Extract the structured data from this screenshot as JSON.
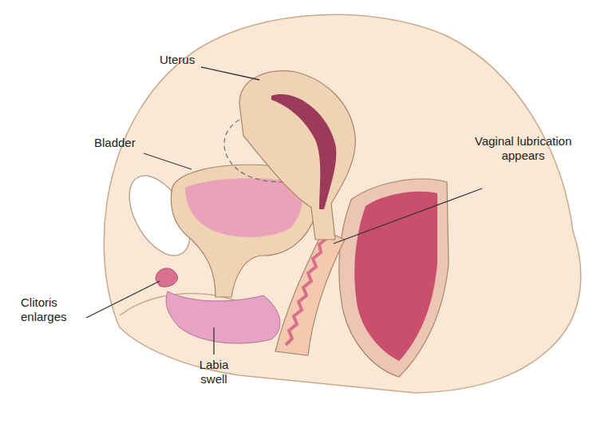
{
  "diagram": {
    "labels": [
      "Uterus",
      "Bladder",
      "Vaginal lubrication appears",
      "Clitoris enlarges",
      "Labia swell"
    ]
  }
}
